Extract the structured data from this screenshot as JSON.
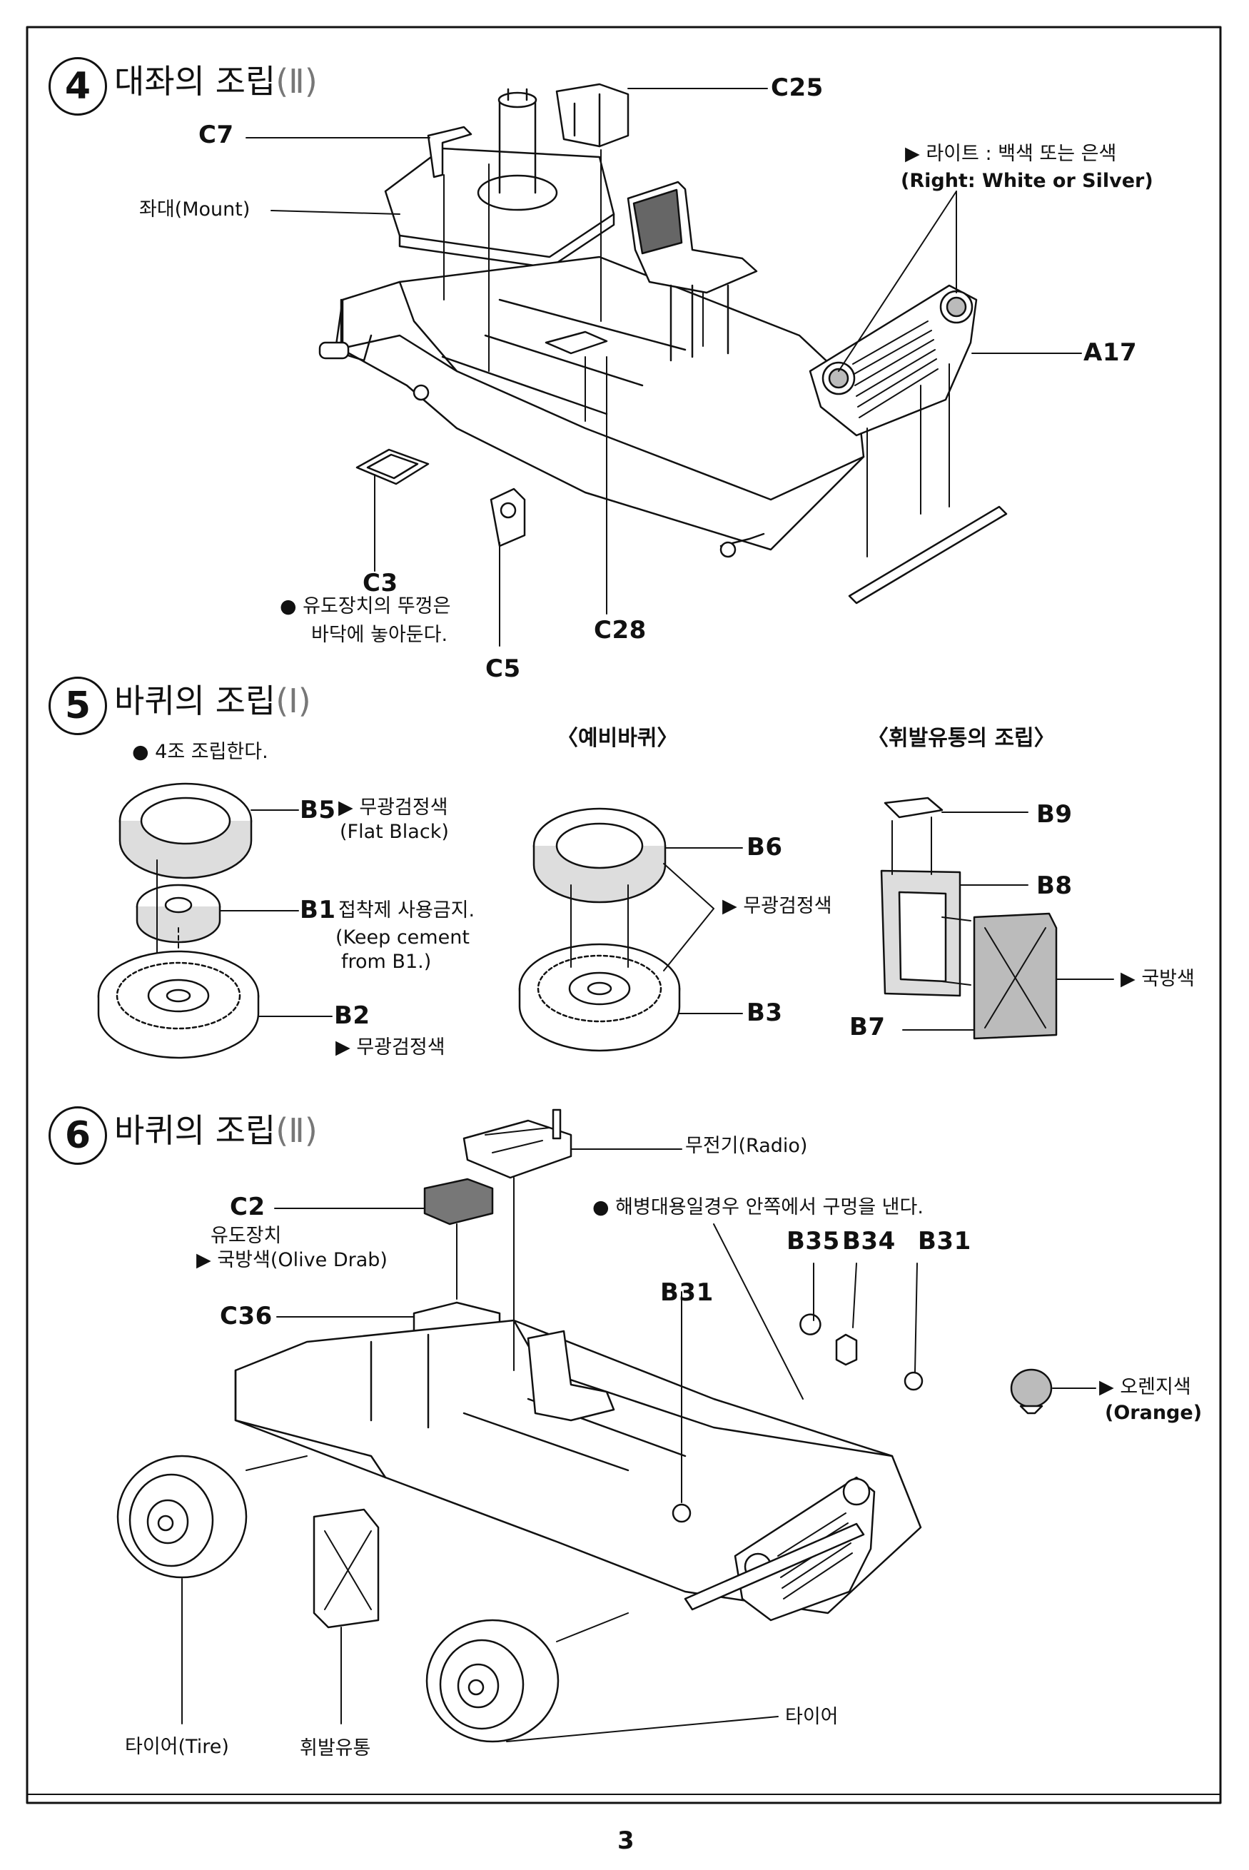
{
  "page_number": "3",
  "step4": {
    "number": "4",
    "title": "대좌의 조립",
    "title_roman": "(Ⅱ)",
    "labels": {
      "c25": "C25",
      "c7": "C7",
      "mount": "좌대(Mount)",
      "light_kr": "▶ 라이트 : 백색 또는 은색",
      "light_en": "(Right: White or Silver)",
      "a17": "A17",
      "c3": "C3",
      "c3_note_1": "● 유도장치의 뚜껑은",
      "c3_note_2": "바닥에 놓아둔다.",
      "c28": "C28",
      "c5": "C5"
    }
  },
  "step5": {
    "number": "5",
    "title": "바퀴의 조립",
    "title_roman": "(Ⅰ)",
    "note": "● 4조 조립한다.",
    "spare_title": "〈예비바퀴〉",
    "jerrycan_title": "〈휘발유통의 조립〉",
    "labels": {
      "b5": "B5",
      "b5_color": "▶ 무광검정색",
      "b5_color_en": "(Flat Black)",
      "b1": "B1",
      "b1_note": "접착제 사용금지.",
      "b1_note_en1": "(Keep cement",
      "b1_note_en2": "from B1.)",
      "b2": "B2",
      "b2_color": "▶ 무광검정색",
      "b6": "B6",
      "b6_color": "▶ 무광검정색",
      "b3": "B3",
      "b9": "B9",
      "b8": "B8",
      "b7": "B7",
      "can_color": "▶ 국방색"
    }
  },
  "step6": {
    "number": "6",
    "title": "바퀴의 조립",
    "title_roman": "(Ⅱ)",
    "labels": {
      "radio": "무전기(Radio)",
      "c2": "C2",
      "guidance": "유도장치",
      "guidance_color": "▶ 국방색(Olive Drab)",
      "marine_note": "● 해병대용일경우 안쪽에서 구멍을 낸다.",
      "b35": "B35",
      "b34": "B34",
      "b31_right": "B31",
      "b31_center": "B31",
      "c36": "C36",
      "orange_kr": "▶ 오렌지색",
      "orange_en": "(Orange)",
      "tire_left": "타이어(Tire)",
      "jerrycan": "휘발유통",
      "tire_right": "타이어"
    }
  }
}
